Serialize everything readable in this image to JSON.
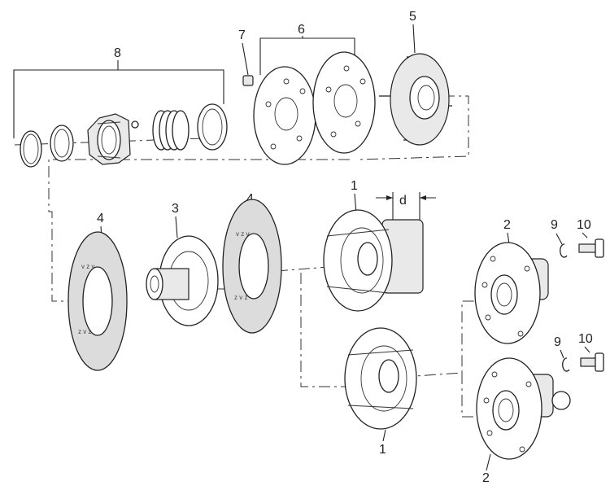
{
  "diagram": {
    "callouts": {
      "c1_top": "1",
      "c1_bottom": "1",
      "c2_top": "2",
      "c2_bottom": "2",
      "c3": "3",
      "c4_left": "4",
      "c4_right": "4",
      "c5": "5",
      "c6": "6",
      "c7": "7",
      "c8": "8",
      "c9_top": "9",
      "c9_bottom": "9",
      "c10_top": "10",
      "c10_bottom": "10",
      "dim_d": "d"
    }
  }
}
